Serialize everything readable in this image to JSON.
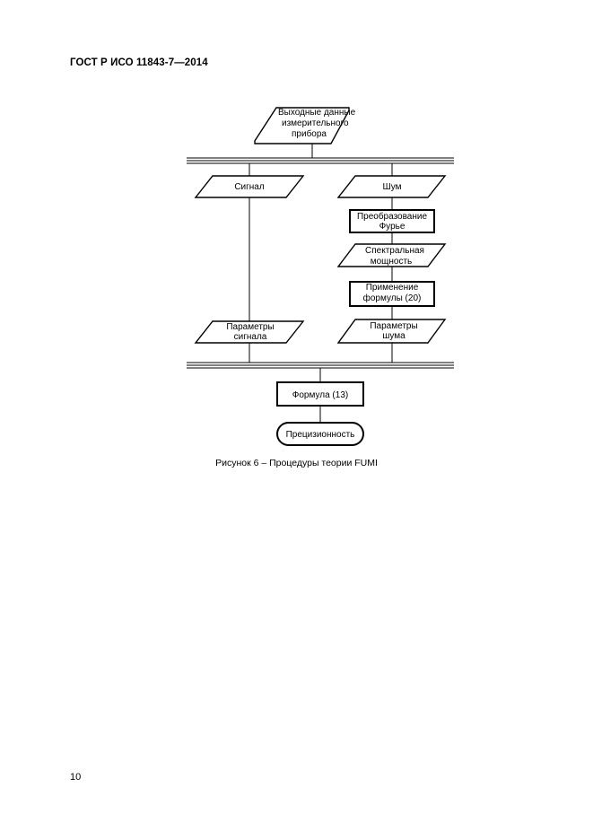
{
  "header": {
    "standard_number": "ГОСТ Р ИСО 11843-7—2014"
  },
  "figure": {
    "caption": "Рисунок 6 – Процедуры теории FUMI",
    "nodes": {
      "instrument_output": [
        "Выходные данные",
        "измерительного",
        "прибора"
      ],
      "signal": [
        "Сигнал"
      ],
      "noise": [
        "Шум"
      ],
      "fourier": [
        "Преобразование",
        "Фурье"
      ],
      "spectral_power": [
        "Спектральная",
        "мощность"
      ],
      "apply_formula": [
        "Применение",
        "формулы (20)"
      ],
      "signal_params": [
        "Параметры",
        "сигнала"
      ],
      "noise_params": [
        "Параметры",
        "шума"
      ],
      "formula13": [
        "Формула (13)"
      ],
      "precision": [
        "Прецизионность"
      ]
    }
  },
  "footer": {
    "page_number": "10"
  }
}
